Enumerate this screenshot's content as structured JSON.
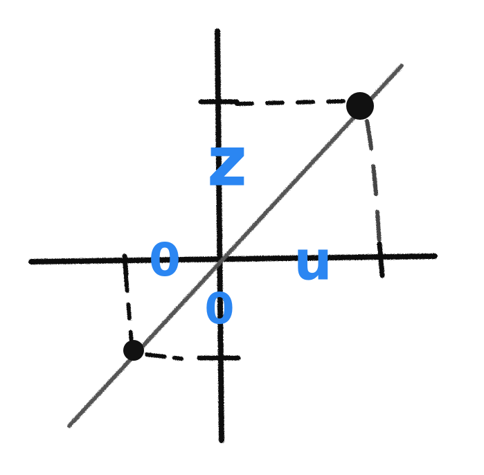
{
  "colors": {
    "background": "#ffffff",
    "axis": "#111111",
    "line": "#555555",
    "label": "#2b86f2"
  },
  "labels": {
    "y_axis_label": "z",
    "x_axis_label": "u",
    "x_origin_label": "0",
    "y_origin_label": "0"
  }
}
